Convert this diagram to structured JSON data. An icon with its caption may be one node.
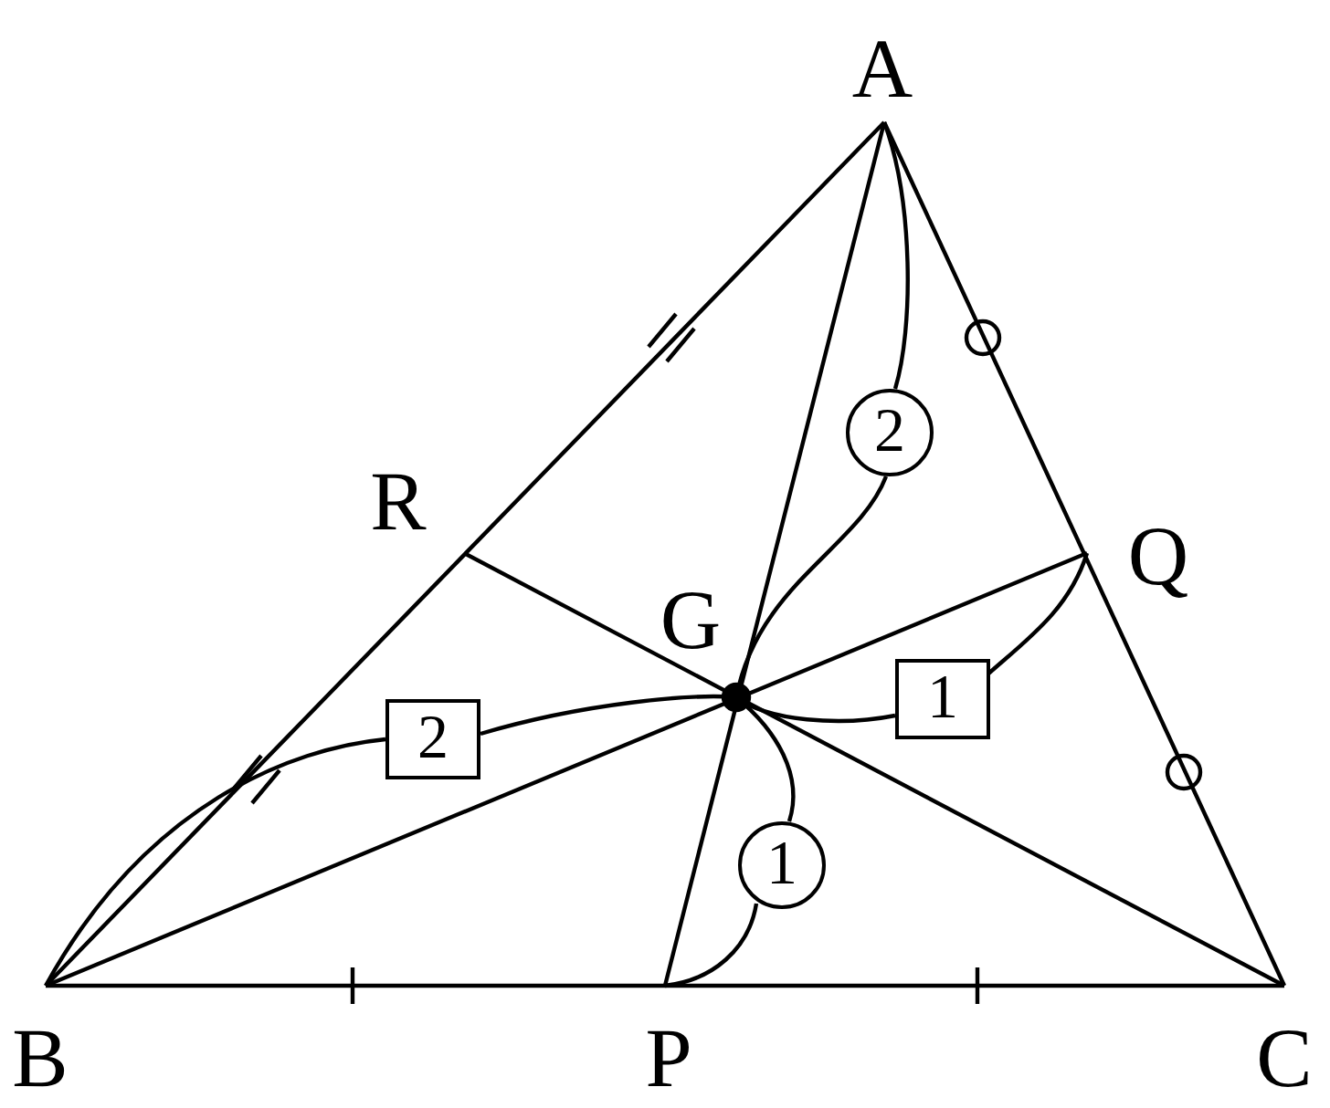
{
  "diagram": {
    "labels": [
      "A",
      "2",
      "R",
      "Q",
      "G",
      "1",
      "2",
      "1",
      "B",
      "P",
      "C"
    ]
  }
}
